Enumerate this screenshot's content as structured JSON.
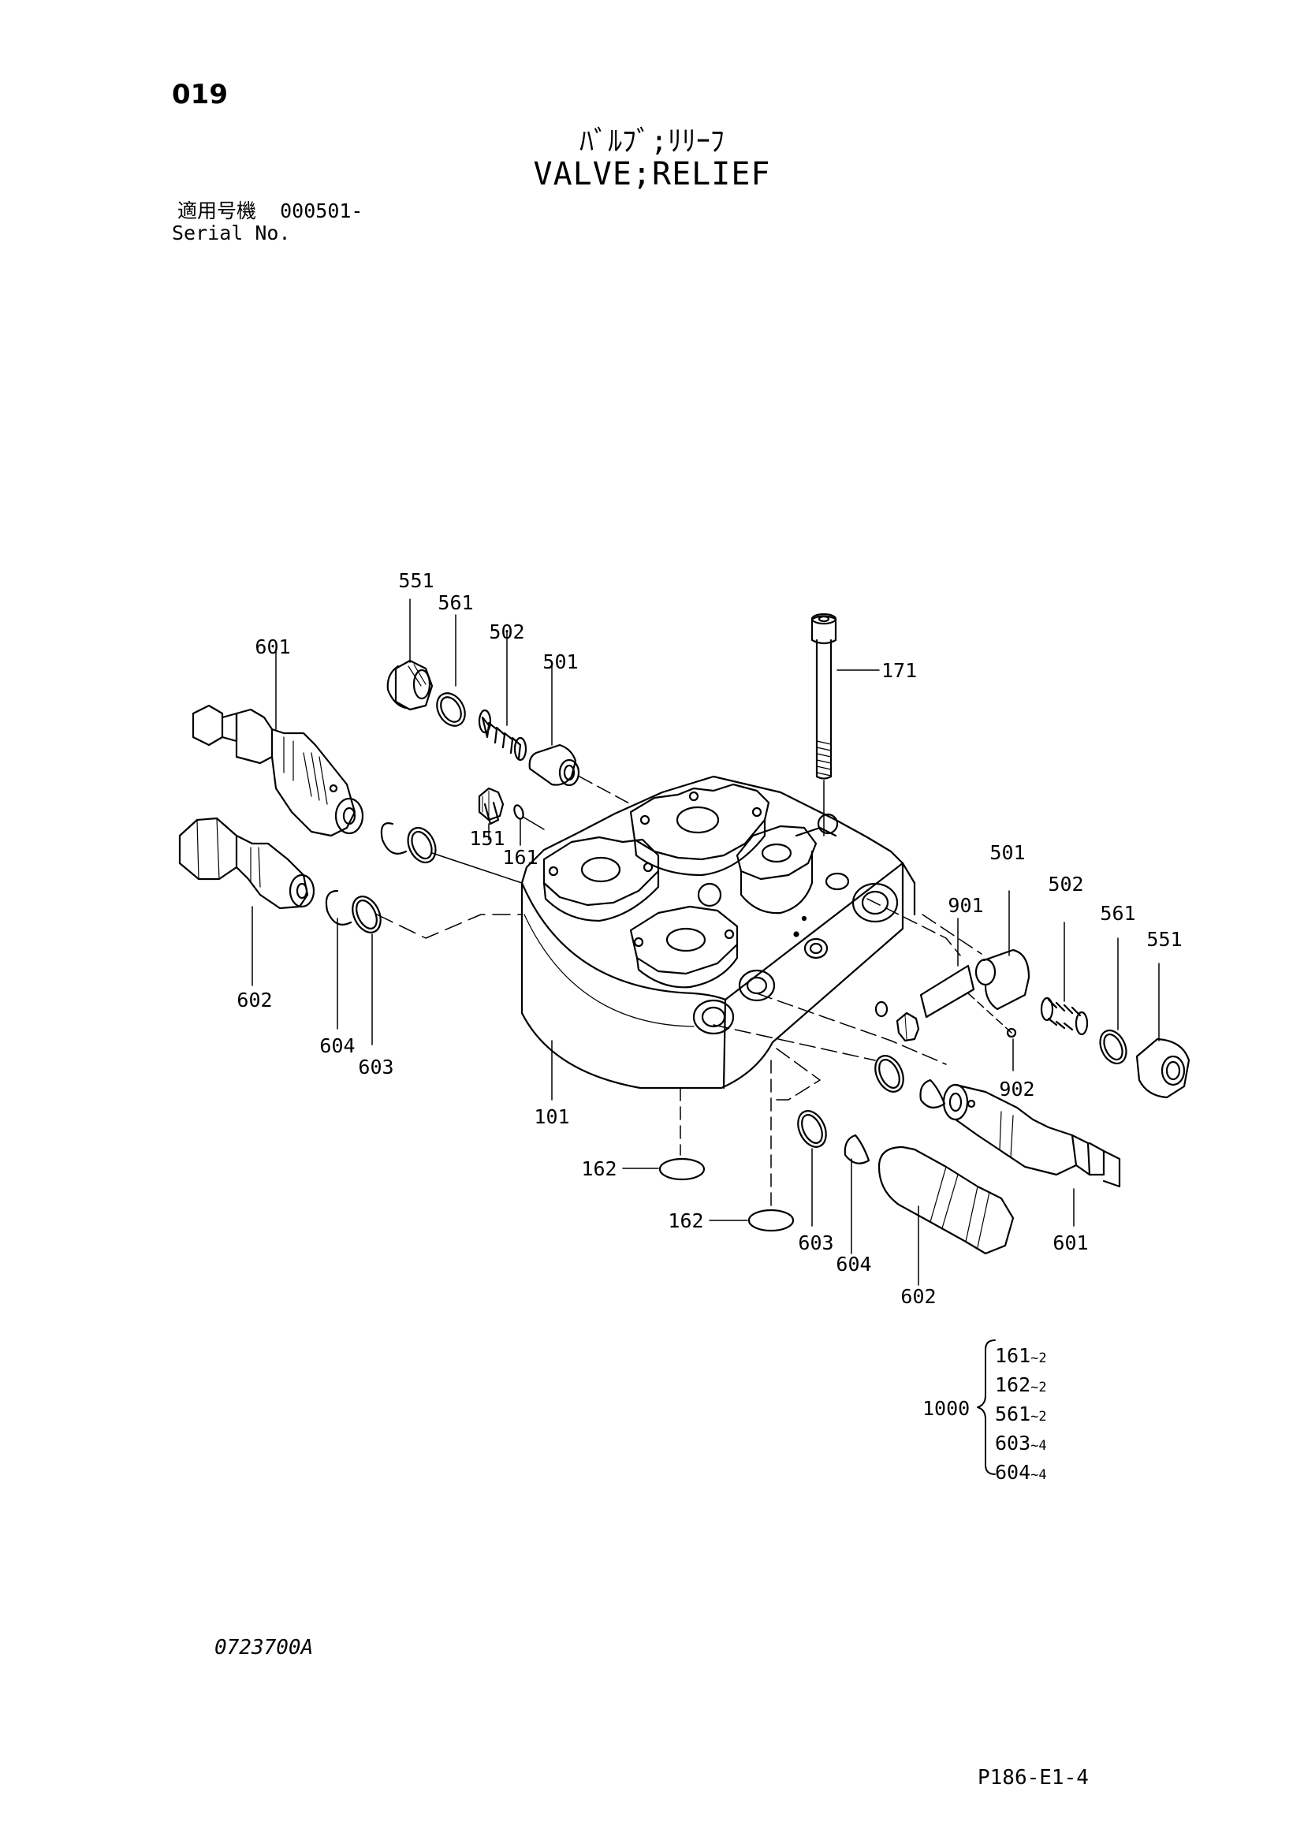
{
  "header": {
    "page_number": "019",
    "title_ja": "ﾊﾞﾙﾌﾞ;ﾘﾘｰﾌ",
    "title_en": "VALVE;RELIEF",
    "serial_label_ja": "適用号機",
    "serial_value": "000501-",
    "serial_label_en": "Serial No."
  },
  "callouts": {
    "c551a": "551",
    "c561a": "561",
    "c502a": "502",
    "c501a": "501",
    "c601a": "601",
    "c171": "171",
    "c151": "151",
    "c161": "161",
    "c602a": "602",
    "c604a": "604",
    "c603a": "603",
    "c101": "101",
    "c501b": "501",
    "c502b": "502",
    "c561b": "561",
    "c551b": "551",
    "c901": "901",
    "c902": "902",
    "c162a": "162",
    "c162b": "162",
    "c603b": "603",
    "c604b": "604",
    "c602b": "602",
    "c601b": "601"
  },
  "kit": {
    "number": "1000",
    "items": [
      {
        "part": "161",
        "qty": "~2"
      },
      {
        "part": "162",
        "qty": "~2"
      },
      {
        "part": "561",
        "qty": "~2"
      },
      {
        "part": "603",
        "qty": "~4"
      },
      {
        "part": "604",
        "qty": "~4"
      }
    ]
  },
  "footer": {
    "drawing_number": "0723700A",
    "page_reference": "P186-E1-4"
  }
}
